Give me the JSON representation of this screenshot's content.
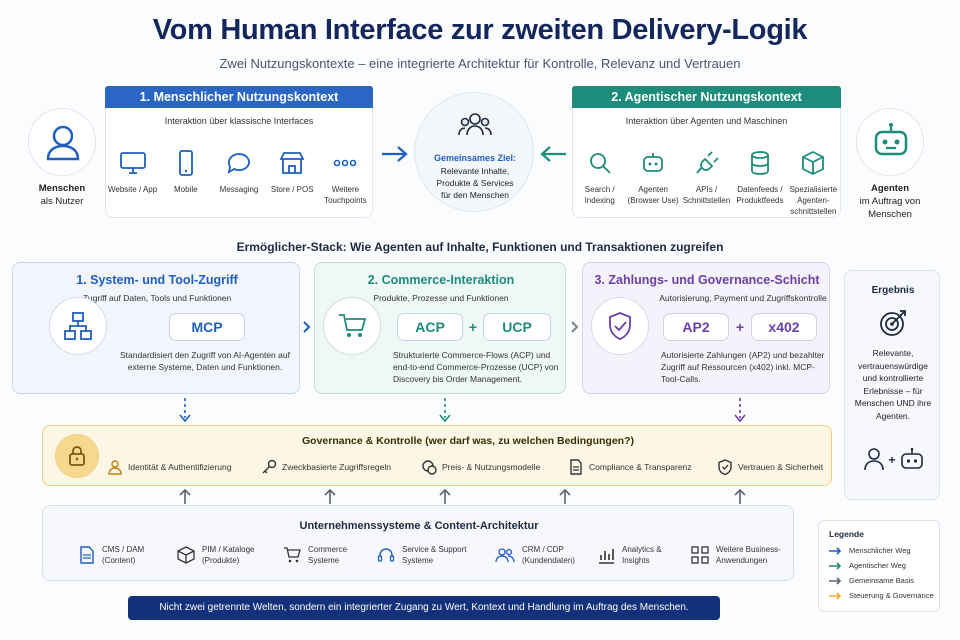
{
  "title": "Vom Human Interface zur zweiten Delivery-Logik",
  "subtitle": "Zwei Nutzungskontexte – eine integrierte Architektur für Kontrolle, Relevanz und Vertrauen",
  "human": {
    "actor_title": "Menschen",
    "actor_sub": "als Nutzer",
    "header": "1. Menschlicher Nutzungskontext",
    "caption": "Interaktion über klassische Interfaces",
    "touchpoints": [
      {
        "icon": "monitor-icon",
        "label": "Website / App"
      },
      {
        "icon": "mobile-icon",
        "label": "Mobile"
      },
      {
        "icon": "chat-icon",
        "label": "Messaging"
      },
      {
        "icon": "store-icon",
        "label": "Store / POS"
      },
      {
        "icon": "more-icon",
        "label": "Weitere Touchpoints"
      }
    ]
  },
  "goal": {
    "title": "Gemeinsames Ziel:",
    "text": "Relevante Inhalte, Produkte & Services für den Menschen"
  },
  "agent": {
    "actor_title": "Agenten",
    "actor_sub": "im Auftrag von Menschen",
    "header": "2. Agentischer Nutzungskontext",
    "caption": "Interaktion über Agenten und Maschinen",
    "touchpoints": [
      {
        "icon": "search-icon",
        "label": "Search / Indexing"
      },
      {
        "icon": "robot-icon",
        "label": "Agenten (Browser Use)"
      },
      {
        "icon": "plug-icon",
        "label": "APIs / Schnittstellen"
      },
      {
        "icon": "database-icon",
        "label": "Datenfeeds / Produktfeeds"
      },
      {
        "icon": "cube-icon",
        "label": "Spezialisierte Agenten-schnittstellen"
      }
    ]
  },
  "stack_title": "Ermöglicher-Stack: Wie Agenten auf Inhalte, Funktionen und Transaktionen zugreifen",
  "panels": {
    "system": {
      "title": "1. System- und Tool-Zugriff",
      "sub": "Zugriff auf Daten, Tools und Funktionen",
      "pill": "MCP",
      "desc": "Standardisiert den Zugriff von AI-Agenten auf externe Systeme, Daten und Funktionen."
    },
    "commerce": {
      "title": "2. Commerce-Interaktion",
      "sub": "Produkte, Prozesse und Funktionen",
      "pill1": "ACP",
      "plus": "+",
      "pill2": "UCP",
      "desc": "Strukturierte Commerce-Flows (ACP) und end-to-end Commerce-Prozesse (UCP) von Discovery bis Order Management."
    },
    "payment": {
      "title": "3. Zahlungs- und Governance-Schicht",
      "sub": "Autorisierung, Payment und Zugriffskontrolle",
      "pill1": "AP2",
      "plus": "+",
      "pill2": "x402",
      "desc": "Autorisierte Zahlungen (AP2) und bezahlter Zugriff auf Ressourcen (x402) inkl. MCP-Tool-Calls."
    }
  },
  "governance": {
    "title": "Governance & Kontrolle (wer darf was, zu welchen Bedingungen?)",
    "items": [
      {
        "icon": "person-icon",
        "label": "Identität & Authentifizierung"
      },
      {
        "icon": "key-icon",
        "label": "Zweckbasierte Zugriffsregeln"
      },
      {
        "icon": "coins-icon",
        "label": "Preis- & Nutzungsmodelle"
      },
      {
        "icon": "document-icon",
        "label": "Compliance & Transparenz"
      },
      {
        "icon": "shield-icon",
        "label": "Vertrauen & Sicherheit"
      }
    ]
  },
  "enterprise": {
    "title": "Unternehmenssysteme & Content-Architektur",
    "items": [
      {
        "icon": "file-icon",
        "label": "CMS / DAM (Content)"
      },
      {
        "icon": "box-icon",
        "label": "PIM / Kataloge (Produkte)"
      },
      {
        "icon": "cart-icon",
        "label": "Commerce Systeme"
      },
      {
        "icon": "headset-icon",
        "label": "Service & Support Systeme"
      },
      {
        "icon": "users-icon",
        "label": "CRM / CDP (Kundendaten)"
      },
      {
        "icon": "analytics-icon",
        "label": "Analytics & Insights"
      },
      {
        "icon": "grid-icon",
        "label": "Weitere Business-Anwendungen"
      }
    ]
  },
  "result": {
    "title": "Ergebnis",
    "text": "Relevante, vertrauenswürdige und kontrollierte Erlebnisse – für Menschen UND ihre Agenten.",
    "plus": "+"
  },
  "legend": {
    "title": "Legende",
    "items": [
      {
        "label": "Menschlicher Weg",
        "color": "#1f5fbf"
      },
      {
        "label": "Agentischer Weg",
        "color": "#1e8c7a"
      },
      {
        "label": "Gemeinsame Basis",
        "color": "#5b6472"
      },
      {
        "label": "Steuerung & Governance",
        "color": "#f0a825"
      }
    ]
  },
  "footer": "Nicht zwei getrennte Welten, sondern ein integrierter Zugang zu Wert, Kontext und Handlung im Auftrag des Menschen."
}
